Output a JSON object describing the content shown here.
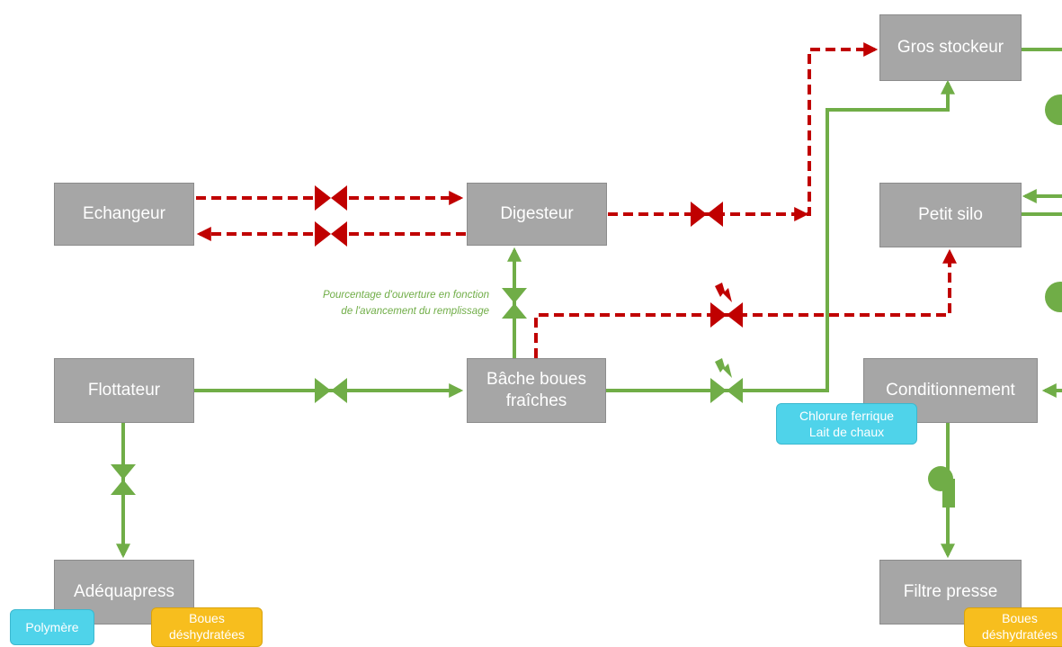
{
  "nodes": {
    "echangeur": "Echangeur",
    "digesteur": "Digesteur",
    "flottateur": "Flottateur",
    "bache": "Bâche boues\nfraîches",
    "adequapress": "Adéquapress",
    "gros_stockeur": "Gros stockeur",
    "petit_silo": "Petit silo",
    "conditionnement": "Conditionnement",
    "filtre_presse": "Filtre presse"
  },
  "tags": {
    "chlorure_line1": "Chlorure ferrique",
    "chlorure_line2": "Lait de chaux",
    "polymere": "Polymère",
    "boues_left": "Boues déshydratées",
    "boues_right": "Boues déshydratées"
  },
  "annotation": {
    "line1": "Pourcentage d'ouverture en fonction",
    "line2": "de l'avancement du remplissage"
  },
  "colors": {
    "green": "#70ad47",
    "red": "#c00000",
    "box": "#a6a6a6",
    "cyan": "#4fd3ea",
    "amber": "#f7be1e"
  }
}
